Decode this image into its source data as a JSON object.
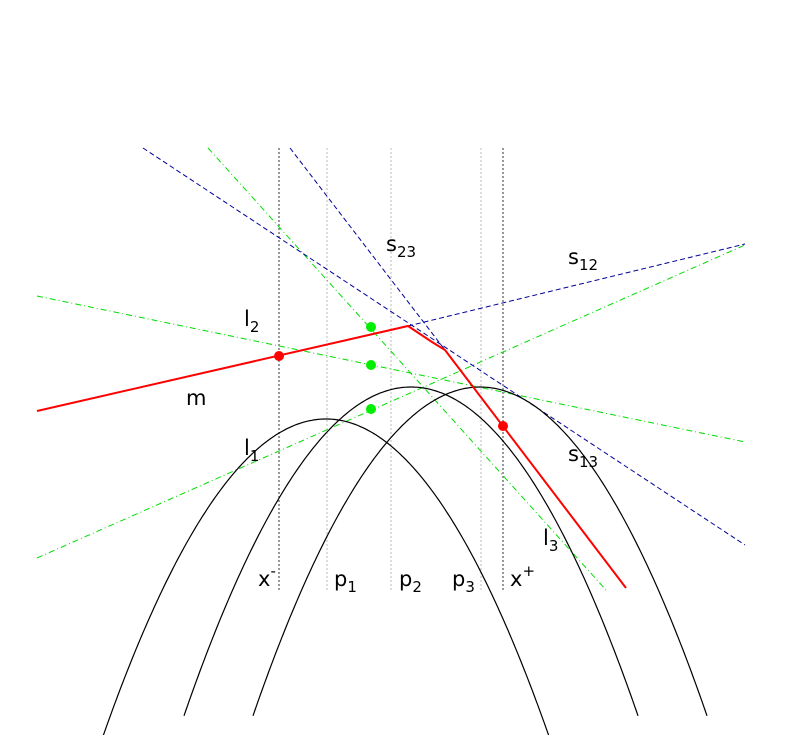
{
  "labels": {
    "s23": {
      "base": "s",
      "sub": "23"
    },
    "s12": {
      "base": "s",
      "sub": "12"
    },
    "s13": {
      "base": "s",
      "sub": "13"
    },
    "l2": {
      "base": "l",
      "sub": "2"
    },
    "l1": {
      "base": "l",
      "sub": "1"
    },
    "l3": {
      "base": "l",
      "sub": "3"
    },
    "m": {
      "base": "m"
    },
    "x_minus": {
      "base": "x",
      "sup": "-"
    },
    "x_plus": {
      "base": "x",
      "sup": "+"
    },
    "p1": {
      "base": "p",
      "sub": "1"
    },
    "p2": {
      "base": "p",
      "sub": "2"
    },
    "p3": {
      "base": "p",
      "sub": "3"
    }
  },
  "colors": {
    "parabola": "#000000",
    "envelope": "#ff0000",
    "bisector": "#000099",
    "tangent": "#00dd00",
    "point_green": "#00ee00",
    "point_red": "#ff0000",
    "vline_dark": "#777777",
    "vline_light": "#bbbbbb"
  }
}
